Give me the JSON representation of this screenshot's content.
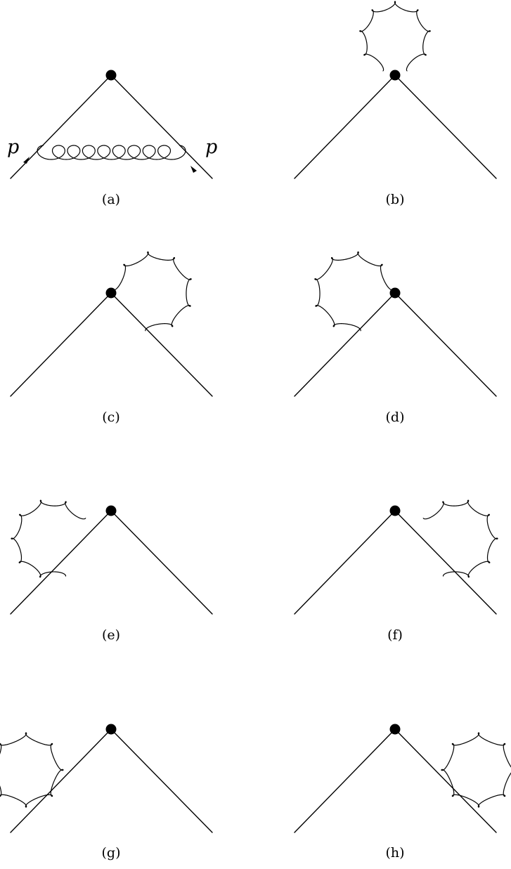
{
  "figure": {
    "panels": [
      {
        "id": "a",
        "caption": "(a)",
        "gluon": "exchange",
        "momentum_in": "p",
        "momentum_out": "p"
      },
      {
        "id": "b",
        "caption": "(b)",
        "gluon": "vertex-tadpole"
      },
      {
        "id": "c",
        "caption": "(c)",
        "gluon": "vertex-to-right-leg"
      },
      {
        "id": "d",
        "caption": "(d)",
        "gluon": "vertex-to-left-leg"
      },
      {
        "id": "e",
        "caption": "(e)",
        "gluon": "left-leg-self-energy"
      },
      {
        "id": "f",
        "caption": "(f)",
        "gluon": "right-leg-self-energy"
      },
      {
        "id": "g",
        "caption": "(g)",
        "gluon": "left-leg-tadpole"
      },
      {
        "id": "h",
        "caption": "(h)",
        "gluon": "right-leg-tadpole"
      }
    ]
  },
  "colors": {
    "ink": "#000000",
    "background": "#ffffff"
  }
}
